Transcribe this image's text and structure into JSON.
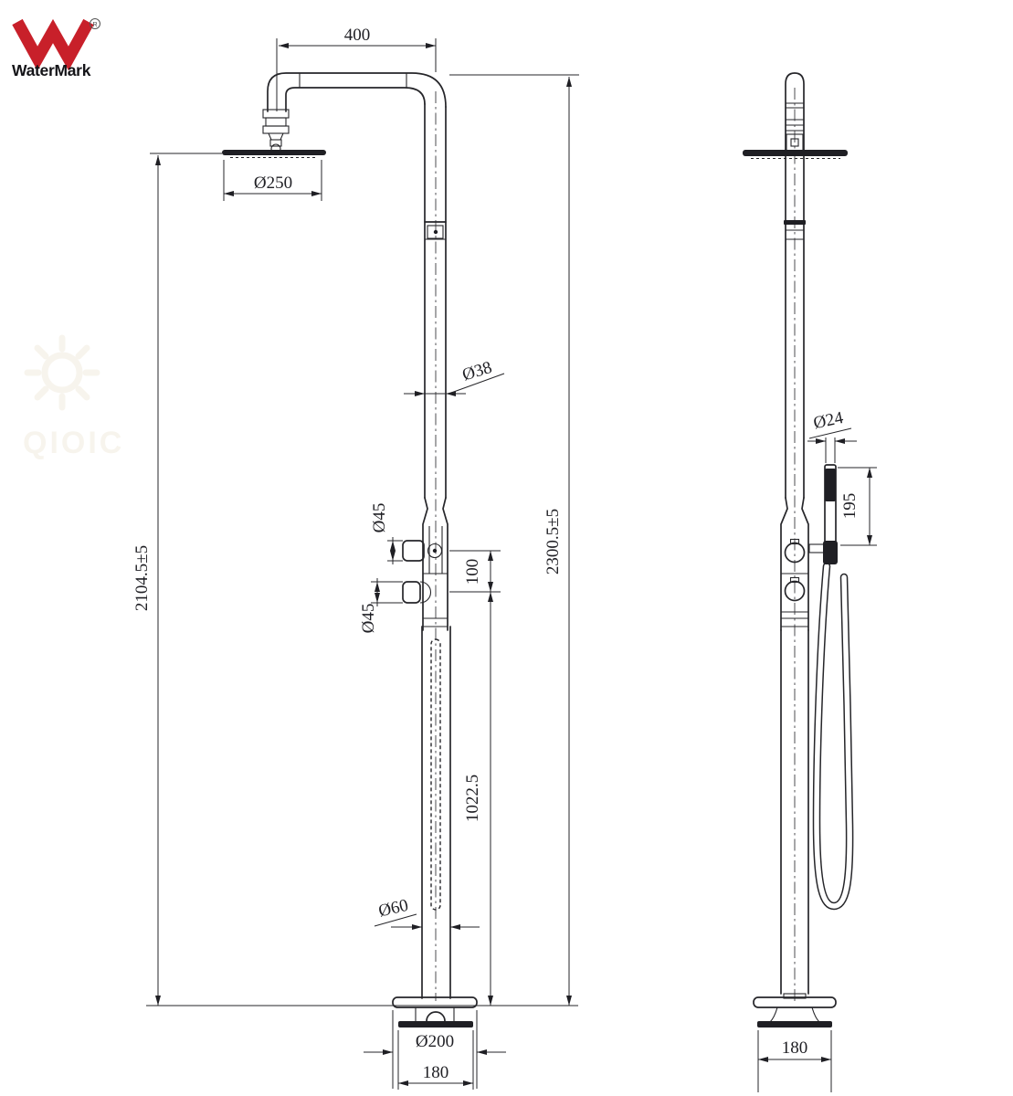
{
  "page": {
    "background": "#ffffff"
  },
  "logo": {
    "wordmark": "WaterMark",
    "registered": "R",
    "brand_color": "#c8202a"
  },
  "watermark": {
    "text": "QIOIC"
  },
  "front_view": {
    "dims": {
      "arm_length": "400",
      "head_diameter": "Ø250",
      "column_diameter": "Ø38",
      "handle_upper_diameter": "Ø45",
      "handle_lower_diameter": "Ø45",
      "handle_spacing": "100",
      "height_to_head": "2104.5±5",
      "height_overall": "2300.5±5",
      "outlet_height": "1022.5",
      "lower_tube_diameter": "Ø60",
      "flange_diameter": "Ø200",
      "base_width": "180"
    }
  },
  "side_view": {
    "dims": {
      "hand_shower_diameter": "Ø24",
      "hand_shower_length": "195",
      "base_width": "180"
    }
  }
}
